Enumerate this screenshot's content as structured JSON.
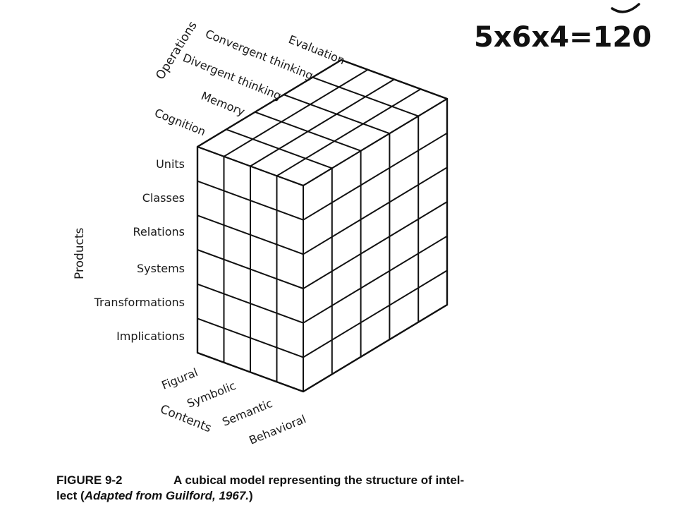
{
  "annotation": "5x6x4=120",
  "operations": {
    "heading": "Operations",
    "items": [
      "Evaluation",
      "Convergent thinking",
      "Divergent thinking",
      "Memory",
      "Cognition"
    ]
  },
  "products": {
    "heading": "Products",
    "items": [
      "Units",
      "Classes",
      "Relations",
      "Systems",
      "Transformations",
      "Implications"
    ]
  },
  "contents": {
    "heading": "Contents",
    "items": [
      "Figural",
      "Symbolic",
      "Semantic",
      "Behavioral"
    ]
  },
  "caption": {
    "label": "FIGURE 9-2",
    "line1": "A cubical model representing the structure of intel-",
    "line2_start": "lect (",
    "line2_italic": "Adapted from Guilford, 1967.",
    "line2_end": ")"
  }
}
